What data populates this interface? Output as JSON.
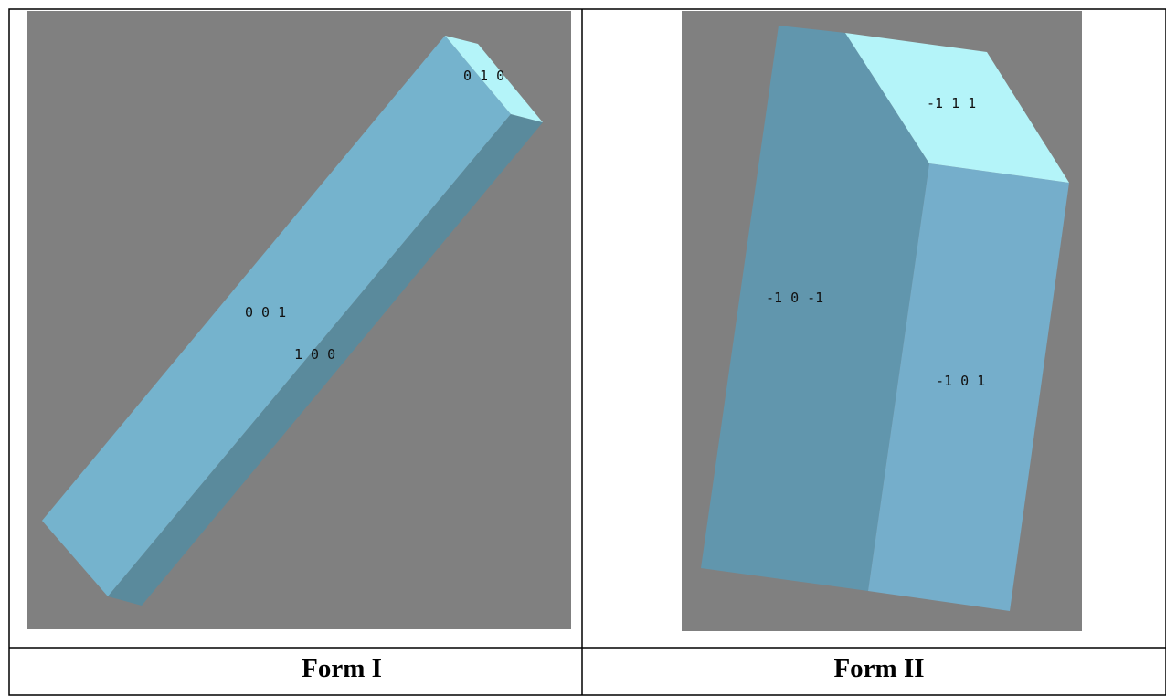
{
  "figure": {
    "captions": [
      "Form I",
      "Form II"
    ],
    "form_1": {
      "faces": [
        {
          "id": "top",
          "label": "0 1 0"
        },
        {
          "id": "front",
          "label": "0 0 1"
        },
        {
          "id": "side",
          "label": "1 0 0"
        }
      ]
    },
    "form_2": {
      "faces": [
        {
          "id": "top",
          "label": "-1 1 1"
        },
        {
          "id": "left",
          "label": "-1 0 -1"
        },
        {
          "id": "right",
          "label": "-1 0 1"
        }
      ]
    },
    "colors": {
      "background": "#808080",
      "face_top": "#b4f4f9",
      "face_front": "#75b3cd",
      "face_side_dark": "#5a8a9c",
      "face_left_dark": "#6196ad",
      "face_right": "#75aecb",
      "table_border": "#000000"
    }
  }
}
